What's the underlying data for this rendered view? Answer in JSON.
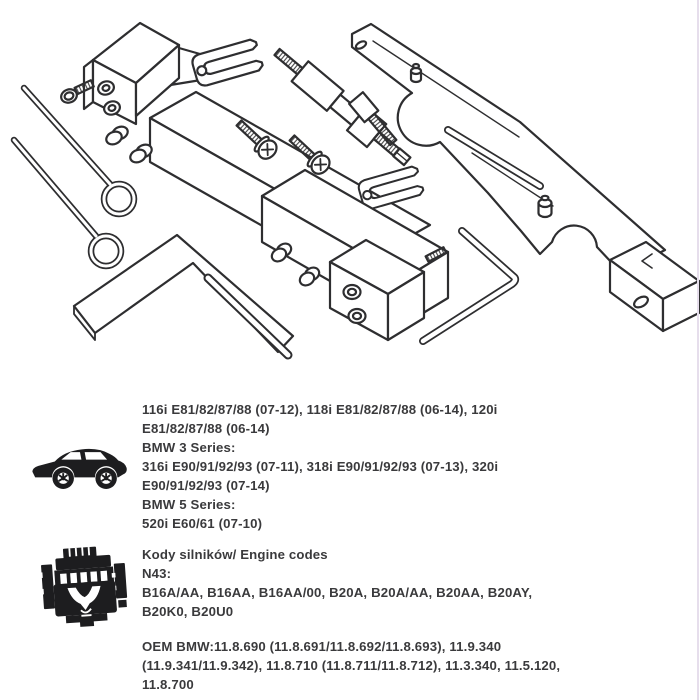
{
  "page": {
    "background": "#ffffff",
    "text_color": "#3a3a3c",
    "line_art_color": "#2e2e30",
    "right_edge_line_color": "#e6deec"
  },
  "drawing": {
    "description": "Exploded isometric line drawing of an engine camshaft timing tool kit: locking pins with loop handles, camshaft locking blocks with socket screws, slotted fork plates, knurled tensioner adjuster, bolts, knurled thumb screw, hex key, L-shaped slotted plate and a large timing bracket with pins"
  },
  "icons": {
    "car": "car-icon",
    "engine": "engine-icon"
  },
  "sections": [
    {
      "icon": "car-icon",
      "lines": [
        "116i E81/82/87/88 (07-12), 118i E81/82/87/88 (06-14), 120i",
        "E81/82/87/88 (06-14)",
        "BMW 3 Series:",
        "316i E90/91/92/93 (07-11), 318i E90/91/92/93 (07-13), 320i",
        "E90/91/92/93 (07-14)",
        "BMW 5 Series:",
        "520i E60/61 (07-10)"
      ]
    },
    {
      "icon": "engine-icon",
      "lines": [
        "Kody silników/ Engine codes",
        "N43:",
        "B16A/AA, B16AA, B16AA/00, B20A, B20A/AA, B20AA, B20AY,",
        "B20K0, B20U0"
      ]
    },
    {
      "icon": null,
      "lines": [
        "OEM BMW:11.8.690 (11.8.691/11.8.692/11.8.693), 11.9.340",
        "(11.9.341/11.9.342), 11.8.710 (11.8.711/11.8.712), 11.3.340, 11.5.120,",
        "11.8.700"
      ]
    }
  ]
}
